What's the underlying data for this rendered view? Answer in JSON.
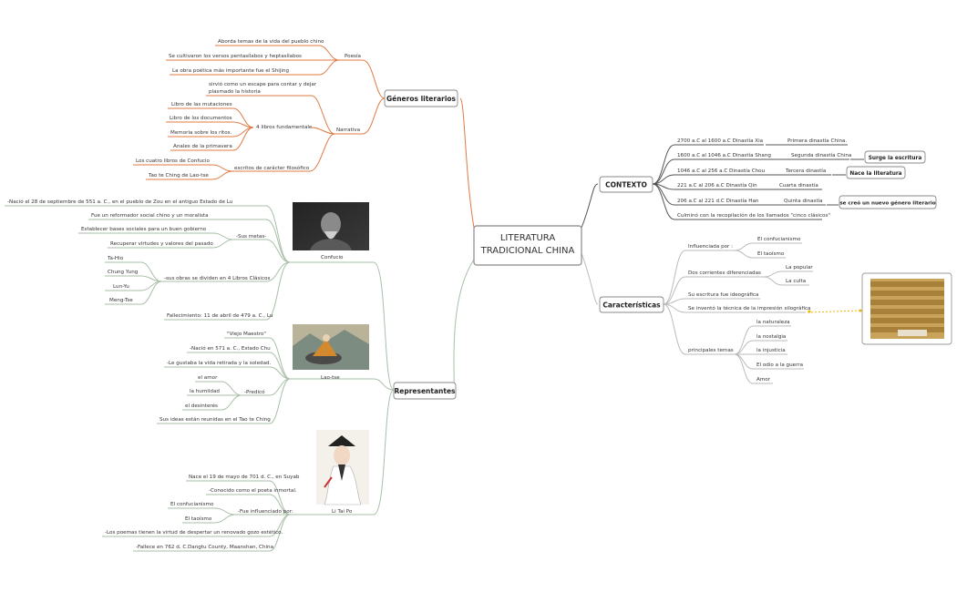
{
  "central": {
    "line1": "LITERATURA",
    "line2": "TRADICIONAL CHINA"
  },
  "generos": {
    "title": "Géneros literarios",
    "poesia": {
      "label": "Poesía",
      "items": [
        "Aborda temas de la vida del pueblo chino",
        "Se cultivaron los versos pentasílabos y heptasílabos",
        "La obra poética más importante  fue el Shijing"
      ]
    },
    "narrativa": {
      "label": "Narrativa",
      "escape1": "sirvió como un escape para contar y dejar",
      "escape2": "plasmado la historia",
      "libros_label": "4 libros fundamentale",
      "libros": [
        "Libro de las mutaciones",
        "Libro de los documentos",
        "Memoria sobre los ritos.",
        "Anales de la primavera"
      ],
      "filo_label": "escritos de carácter filosófico",
      "filo": [
        "Los cuatro libros de Confucio",
        "Tao te Ching de Lao-tse"
      ]
    }
  },
  "representantes": {
    "title": "Representantes",
    "confucio": {
      "label": "Confucio",
      "nacio": "-Nació el 28 de septiembre de 551 a. C.,  en el pueblo de Zou en el antiguo Estado de Lu",
      "reformador": "Fue un reformador social chino y un moralista",
      "metas_label": "-Sus metas-",
      "metas": [
        "Establecer bases sociales para un buen gobierno",
        "Recuperar virtudes y valores del pasado"
      ],
      "obras_label": "-sus obras  se dividen en 4 Libros Clásicos",
      "obras": [
        "Ta-Hio",
        "Chung Yung",
        "Lun-Yu",
        "Meng-Tse"
      ],
      "fallecimiento": "Fallecimiento: 11 de abril de 479 a. C., Lu"
    },
    "laotse": {
      "label": "Lao-tse",
      "maestro": "\"Viejo Maestro\"",
      "nacio": "-Nació en 571 a. C., Estado Chu",
      "gustaba": "-Le gustaba la vida retirada y la soledad.",
      "predico_label": "-Predicó",
      "predico": [
        "el amor",
        "la humildad",
        "el desinterés"
      ],
      "ideas": "Sus ideas  están reunidas en el Tao te Ching"
    },
    "litaipo": {
      "label": "Li Tai  Po",
      "nace": "Nace el 19 de mayo de 701 d. C., en Suyab",
      "conocido": "-Conocido como el poeta inmortal.",
      "influ_label": "-Fue influenciado por:",
      "influ": [
        "El confucianismo",
        "El taoísmo"
      ],
      "poemas": "-Los poemas tienen la virtud de despertar un renovado gozo estético.",
      "fallece": "-Fallece en  762 d. C.Dangtu County, Maanshan, China"
    }
  },
  "contexto": {
    "title": "CONTEXTO",
    "rows": [
      {
        "period": "2700 a.C al 1600 a.C Dinastía Xia",
        "desc": "Primera dinastía China.",
        "note": ""
      },
      {
        "period": "1600 a.C al 1046 a.C Dinastía Shang",
        "desc": "Segunda dinastía China",
        "note": "Surge la escritura"
      },
      {
        "period": "1046 a.C al 256 a.C Dinastía Chou",
        "desc": "Tercera dinastía",
        "note": "Nace la literatura"
      },
      {
        "period": "221 a.C al 206 a.C Dinastía Qin",
        "desc": "Cuarta dinastía",
        "note": ""
      },
      {
        "period": "206 a.C al 221 d.C Dinastía Han",
        "desc": "Quinta dinastía",
        "note": "se creó un nuevo género literario"
      }
    ],
    "culmino": "Culminó con la recopilación de los llamados \"cinco clásicos\""
  },
  "caracteristicas": {
    "title": "Características",
    "influ_label": "Influenciada por :",
    "influ": [
      "El confucianismo",
      "El taoísmo"
    ],
    "corrientes_label": "Dos corrientes diferenciadas",
    "corrientes": [
      "La popular",
      "La culta"
    ],
    "ideografica": "Su escritura fue ideográfica",
    "xilografica": "Se inventó la técnica de la impresión xilográfica",
    "temas_label": "principales temas",
    "temas": [
      "la naturaleza",
      "la nostalgia",
      "la injusticia",
      "El odio a la guerra",
      "Amor"
    ]
  },
  "colors": {
    "genres": "#e07a45",
    "representantes": "#a8bfa8",
    "contexto": "#555555",
    "caracteristicas": "#bbbbbb",
    "accent": "#f0b400"
  }
}
